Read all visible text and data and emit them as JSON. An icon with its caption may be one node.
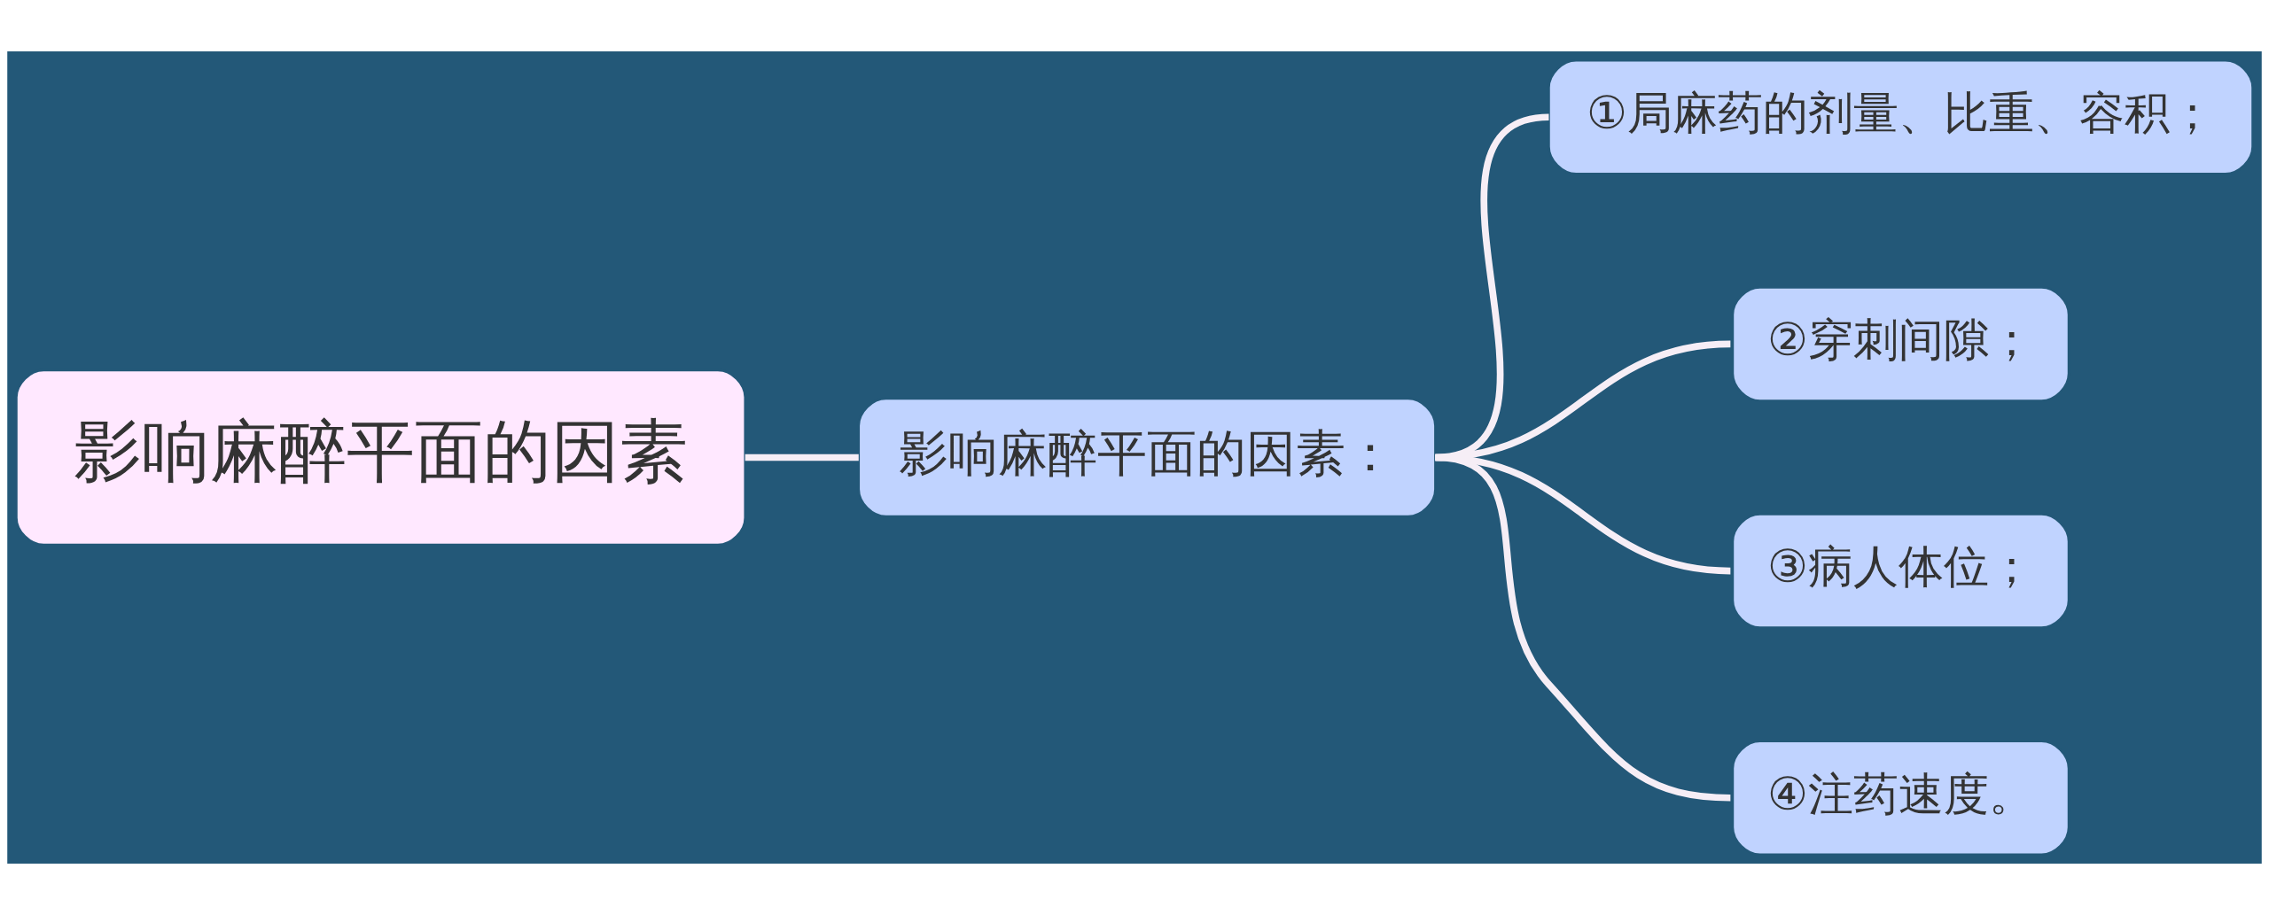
{
  "diagram": {
    "nodes": [
      {
        "text": [
          "影响麻醉平面的因素"
        ]
      },
      {
        "text": [
          "影响麻醉平面的因素："
        ]
      },
      {
        "text": [
          "①局麻药的剂量、比重、容积；"
        ]
      },
      {
        "text": [
          "②穿刺间隙；"
        ]
      },
      {
        "text": [
          "③病人体位；"
        ]
      },
      {
        "text": [
          "④注药速度。"
        ]
      }
    ],
    "edges": [
      {
        "from": 0,
        "to": 1,
        "arrow": "none"
      },
      {
        "from": 1,
        "to": 2,
        "arrow": "none"
      },
      {
        "from": 1,
        "to": 3,
        "arrow": "none"
      },
      {
        "from": 1,
        "to": 4,
        "arrow": "none"
      },
      {
        "from": 1,
        "to": 5,
        "arrow": "none"
      }
    ]
  }
}
